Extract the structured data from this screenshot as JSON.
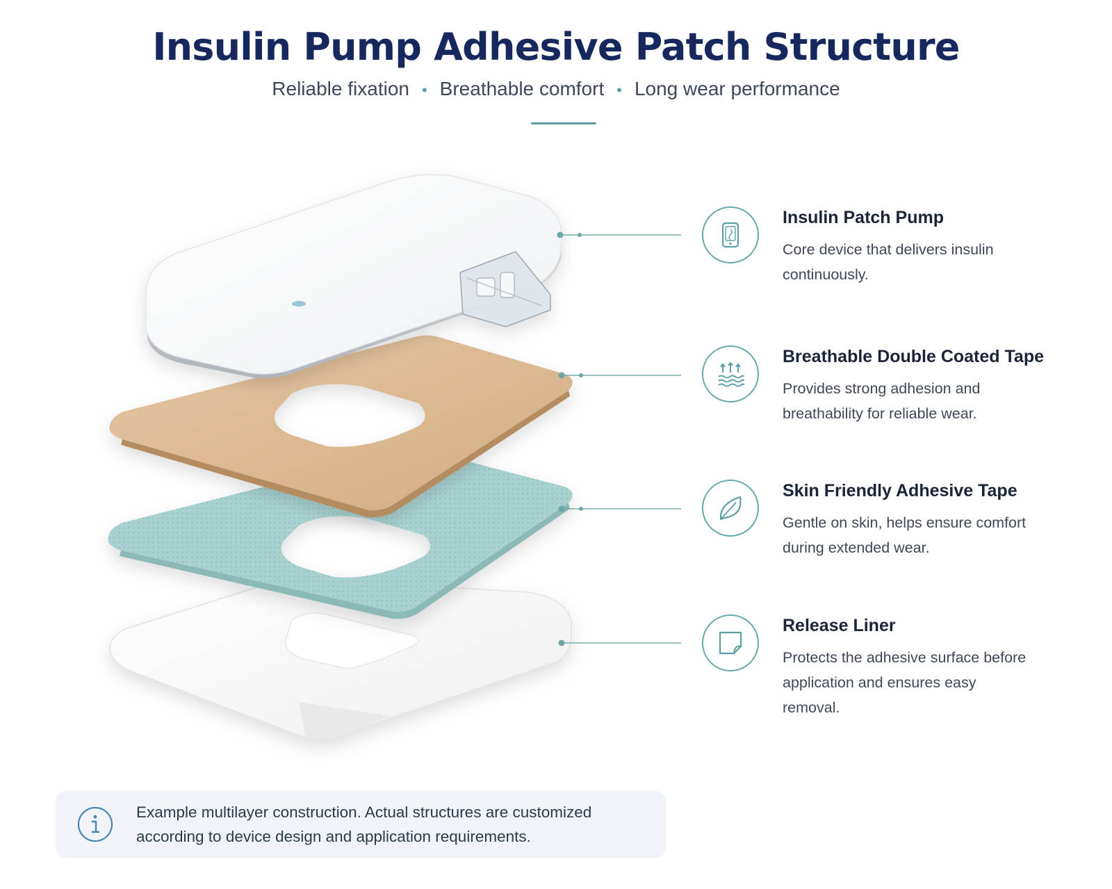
{
  "header": {
    "title": "Insulin Pump Adhesive Patch Structure",
    "tagline_1": "Reliable fixation",
    "tagline_2": "Breathable comfort",
    "tagline_3": "Long wear performance",
    "separator": "•"
  },
  "layers": [
    {
      "title": "Insulin Patch Pump",
      "description": "Core device that delivers insulin continuously.",
      "icon": "pump-device-icon"
    },
    {
      "title": "Breathable Double Coated Tape",
      "description": "Provides strong adhesion and breathability for reliable wear.",
      "icon": "breathability-icon"
    },
    {
      "title": "Skin Friendly Adhesive Tape",
      "description": "Gentle on skin, helps ensure comfort during extended wear.",
      "icon": "leaf-icon"
    },
    {
      "title": "Release Liner",
      "description": "Protects the adhesive surface before application and ensures easy removal.",
      "icon": "peel-corner-icon"
    }
  ],
  "note": {
    "text": "Example multilayer construction. Actual structures are customized according to device design and application requirements.",
    "icon": "info-icon"
  },
  "colors": {
    "title": "#17285e",
    "accent": "#5b9ea3",
    "pump_body": "#ffffff",
    "breathable_tape": "#dcb992",
    "skin_tape": "#a8d1cf",
    "release_liner": "#f4f4f4",
    "note_background": "#f0f4f9"
  }
}
